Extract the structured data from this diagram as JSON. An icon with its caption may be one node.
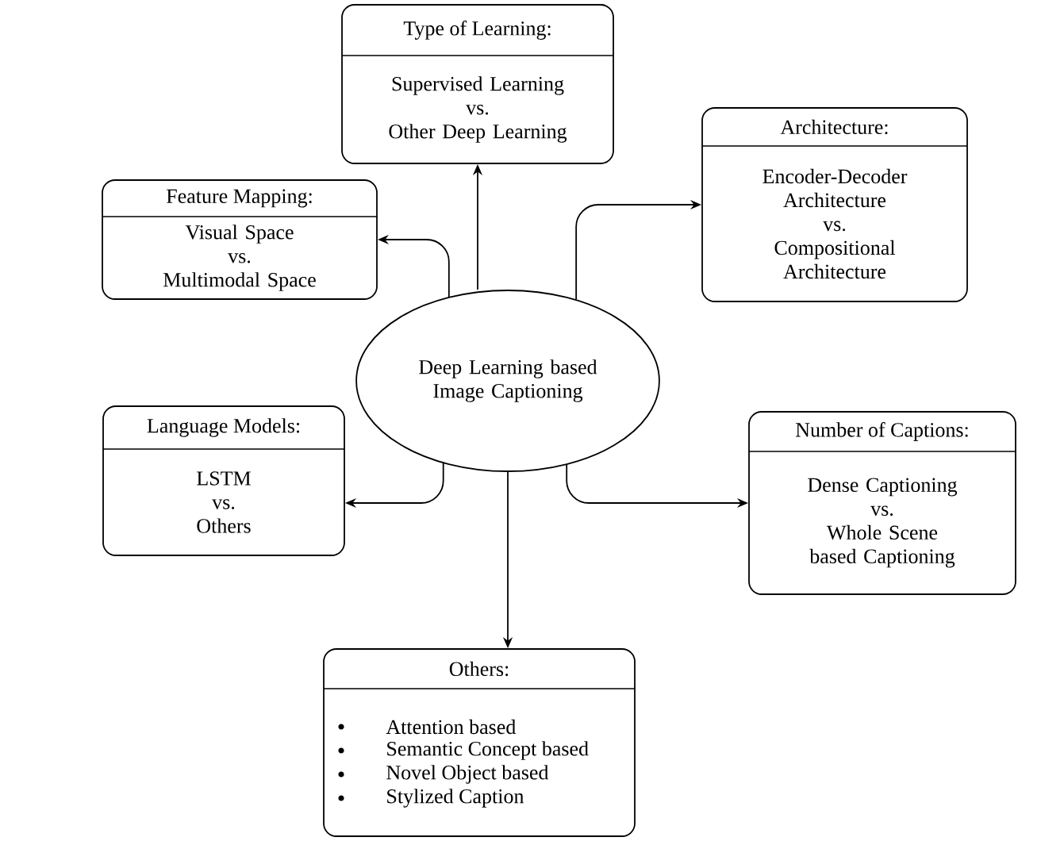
{
  "diagram": {
    "nodes": [
      {
        "text": [
          "Type of Learning:",
          "Supervised Learning",
          "vs.",
          "Other Deep Learning"
        ]
      },
      {
        "text": [
          "Feature Mapping:",
          "Visual Space",
          "vs.",
          "Multimodal Space"
        ]
      },
      {
        "text": [
          "Architecture:",
          "Encoder-Decoder Architecture",
          "vs.",
          "Compositional Architecture"
        ]
      },
      {
        "text": [
          "Deep Learning based Image Captioning"
        ]
      },
      {
        "text": [
          "Language Models:",
          "LSTM",
          "vs.",
          "Others"
        ]
      },
      {
        "text": [
          "Number of Captions:",
          "Dense Captioning",
          "vs.",
          "Whole Scene based Captioning"
        ]
      },
      {
        "text": [
          "Others:",
          "Attention based",
          "Semantic Concept based",
          "Novel Object based",
          "Stylized Caption"
        ]
      }
    ],
    "edges": [
      {
        "from": 3,
        "to": 0,
        "arrow": "to"
      },
      {
        "from": 3,
        "to": 1,
        "arrow": "to"
      },
      {
        "from": 3,
        "to": 2,
        "arrow": "to"
      },
      {
        "from": 3,
        "to": 4,
        "arrow": "to"
      },
      {
        "from": 3,
        "to": 5,
        "arrow": "to"
      },
      {
        "from": 3,
        "to": 6,
        "arrow": "to"
      }
    ]
  }
}
